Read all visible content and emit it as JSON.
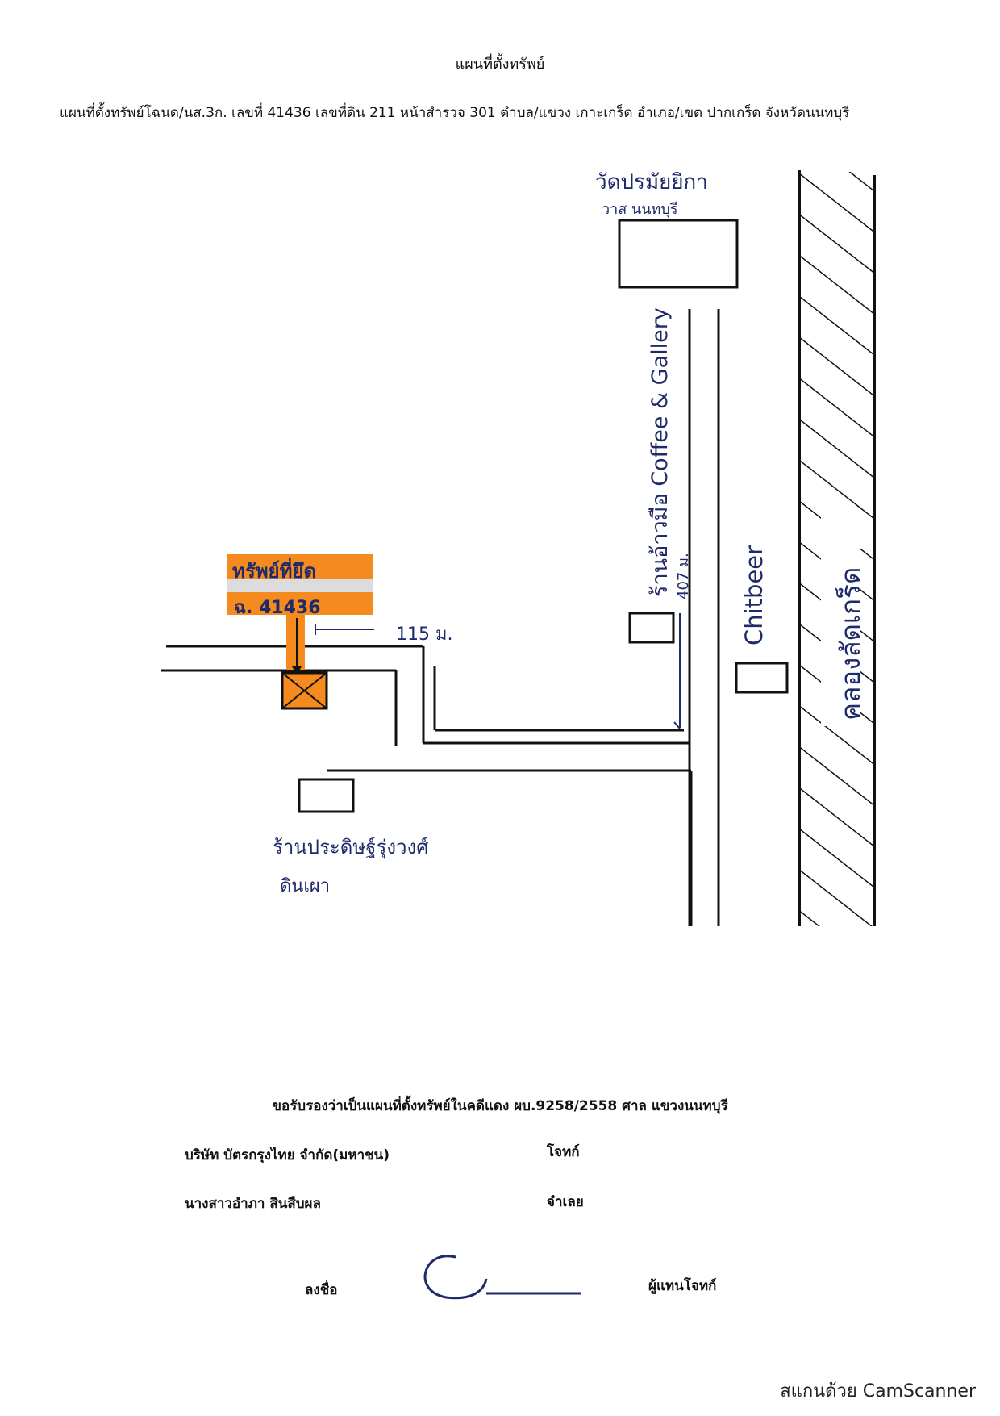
{
  "header": {
    "title": "แผนที่ตั้งทรัพย์",
    "subtitle": "แผนที่ตั้งทรัพย์โฉนด/นส.3ก. เลขที่ 41436  เลขที่ดิน  211  หน้าสำรวจ  301  ตำบล/แขวง เกาะเกร็ด  อำเภอ/เขต ปากเกร็ด  จังหวัดนนทบุรี"
  },
  "map": {
    "temple_label_1": "วัดปรมัยยิกา",
    "temple_label_2": "วาส นนทบุรี",
    "coffee_label": "ร้านอ้าวมือ Coffee & Gallery",
    "distance_vertical": "407 ม.",
    "chitbeer_label": "Chitbeer",
    "canal_label": "คลองลัดเกร็ด",
    "property_label": "ทรัพย์ที่ยึด",
    "deed_label": "ฉ. 41436",
    "distance_horizontal": "115 ม.",
    "shop_label_1": "ร้านประดิษฐ์รุ่งวงศ์",
    "shop_label_2": "ดินเผา"
  },
  "certification": {
    "text": "ขอรับรองว่าเป็นแผนที่ตั้งทรัพย์ในคดีแดง ผบ.9258/2558   ศาล  แขวงนนทบุรี",
    "plaintiff_name": "บริษัท บัตรกรุงไทย จำกัด(มหาชน)",
    "plaintiff_role": "โจทก์",
    "defendant_name": "นางสาวอำภา  สินสืบผล",
    "defendant_role": "จำเลย",
    "sign_label": "ลงชื่อ",
    "sign_role": "ผู้แทนโจทก์"
  },
  "footer": {
    "scanner": "สแกนด้วย CamScanner"
  },
  "colors": {
    "highlight": "#f58a1f",
    "ink": "#1f2a6b",
    "line": "#111111"
  }
}
